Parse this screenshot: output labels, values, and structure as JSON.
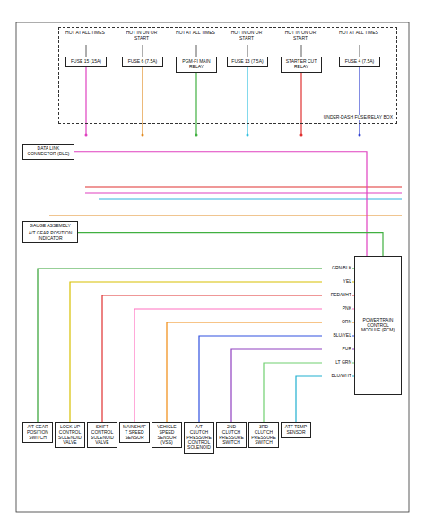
{
  "diagram": {
    "nodes": [
      {
        "text": [
          "POWERTRAIN CONTROL MODULE (PCM)"
        ]
      },
      {
        "text": [
          "DATA LINK CONNECTOR (DLC)"
        ]
      },
      {
        "text": [
          "GAUGE ASSEMBLY",
          "A/T GEAR POSITION INDICATOR"
        ]
      },
      {
        "text": [
          "UNDER-DASH FUSE/RELAY BOX"
        ]
      },
      {
        "text": [
          "FUSE 15 (15A)"
        ],
        "in": 3
      },
      {
        "text": [
          "FUSE 6 (7.5A)"
        ],
        "in": 3
      },
      {
        "text": [
          "PGM-FI MAIN RELAY"
        ],
        "in": 3
      },
      {
        "text": [
          "FUSE 13 (7.5A)"
        ],
        "in": 3
      },
      {
        "text": [
          "STARTER CUT RELAY"
        ],
        "in": 3
      },
      {
        "text": [
          "FUSE 4 (7.5A)"
        ],
        "in": 3
      },
      {
        "text": [
          "A/T GEAR POSITION SWITCH"
        ]
      },
      {
        "text": [
          "LOCK-UP CONTROL SOLENOID VALVE"
        ]
      },
      {
        "text": [
          "SHIFT CONTROL SOLENOID VALVE"
        ]
      },
      {
        "text": [
          "MAINSHAFT SPEED SENSOR"
        ]
      },
      {
        "text": [
          "VEHICLE SPEED SENSOR (VSS)"
        ]
      },
      {
        "text": [
          "A/T CLUTCH PRESSURE CONTROL SOLENOID"
        ]
      },
      {
        "text": [
          "2ND CLUTCH PRESSURE SWITCH"
        ]
      },
      {
        "text": [
          "3RD CLUTCH PRESSURE SWITCH"
        ]
      },
      {
        "text": [
          "ATF TEMP SENSOR"
        ]
      }
    ],
    "edges": [
      {
        "from": 10,
        "to": 0,
        "arrow": "none",
        "label": "GRN/BLK"
      },
      {
        "from": 11,
        "to": 0,
        "arrow": "none",
        "label": "YEL"
      },
      {
        "from": 12,
        "to": 0,
        "arrow": "none",
        "label": "RED/WHT"
      },
      {
        "from": 13,
        "to": 0,
        "arrow": "none",
        "label": "PNK"
      },
      {
        "from": 14,
        "to": 0,
        "arrow": "none",
        "label": "ORN"
      },
      {
        "from": 15,
        "to": 0,
        "arrow": "none",
        "label": "BLU/YEL"
      },
      {
        "from": 16,
        "to": 0,
        "arrow": "none",
        "label": "PUR"
      },
      {
        "from": 17,
        "to": 0,
        "arrow": "none",
        "label": "LT GRN"
      },
      {
        "from": 18,
        "to": 0,
        "arrow": "none",
        "label": "BLU/WHT"
      },
      {
        "from": 1,
        "to": 0,
        "arrow": "none"
      },
      {
        "from": 2,
        "to": 0,
        "arrow": "none"
      }
    ],
    "labels": [
      "HOT AT ALL TIMES",
      "HOT IN ON OR START",
      "HOT AT ALL TIMES",
      "HOT IN ON OR START",
      "HOT IN ON OR START",
      "HOT AT ALL TIMES"
    ]
  }
}
